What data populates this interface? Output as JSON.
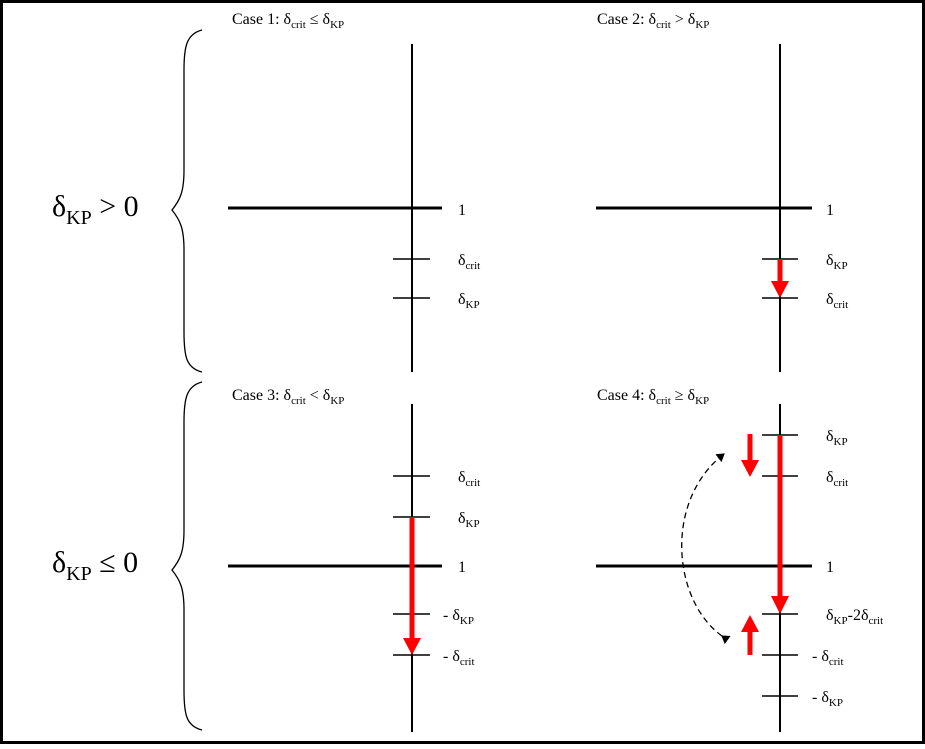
{
  "row_labels": [
    {
      "main": "δ",
      "sub": "KP",
      "rel": " > 0"
    },
    {
      "main": "δ",
      "sub": "KP",
      "rel": " ≤ 0"
    }
  ],
  "cases": [
    {
      "title": {
        "pre": "Case 1: δ",
        "sub1": "crit",
        "mid": " ≤ δ",
        "sub2": "KP"
      },
      "ticks": [
        {
          "pre": "",
          "main": "1",
          "sub": ""
        },
        {
          "pre": "",
          "main": "δ",
          "sub": "crit"
        },
        {
          "pre": "",
          "main": "δ",
          "sub": "KP"
        }
      ]
    },
    {
      "title": {
        "pre": "Case 2: δ",
        "sub1": "crit",
        "mid": " > δ",
        "sub2": "KP"
      },
      "ticks": [
        {
          "pre": "",
          "main": "1",
          "sub": ""
        },
        {
          "pre": "",
          "main": "δ",
          "sub": "KP"
        },
        {
          "pre": "",
          "main": "δ",
          "sub": "crit"
        }
      ]
    },
    {
      "title": {
        "pre": "Case 3: δ",
        "sub1": "crit",
        "mid": " < δ",
        "sub2": "KP"
      },
      "ticks": [
        {
          "pre": "",
          "main": "δ",
          "sub": "crit"
        },
        {
          "pre": "",
          "main": "δ",
          "sub": "KP"
        },
        {
          "pre": "",
          "main": "1",
          "sub": ""
        },
        {
          "pre": "- ",
          "main": "δ",
          "sub": "KP"
        },
        {
          "pre": "- ",
          "main": "δ",
          "sub": "crit"
        }
      ]
    },
    {
      "title": {
        "pre": "Case 4: δ",
        "sub1": "crit",
        "mid": " ≥ δ",
        "sub2": "KP"
      },
      "ticks": [
        {
          "pre": "",
          "main": "δ",
          "sub": "KP"
        },
        {
          "pre": "",
          "main": "δ",
          "sub": "crit"
        },
        {
          "pre": "",
          "main": "1",
          "sub": ""
        },
        {
          "pre": "",
          "main": "δ",
          "sub": "KP",
          "post": "-2δ",
          "sub2": "crit"
        },
        {
          "pre": "- ",
          "main": "δ",
          "sub": "crit"
        },
        {
          "pre": "- ",
          "main": "δ",
          "sub": "KP"
        }
      ]
    }
  ],
  "colors": {
    "arrow": "#ff0000",
    "line": "#000000",
    "border": "#000000",
    "background": "#ffffff"
  }
}
